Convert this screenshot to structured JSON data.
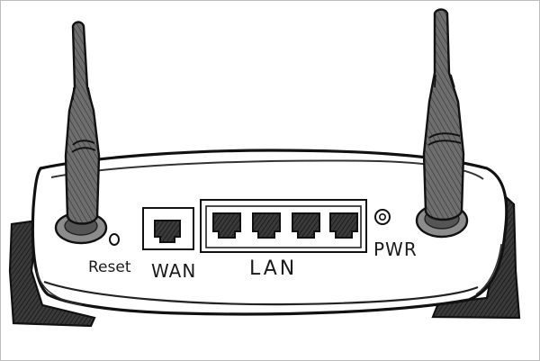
{
  "labels": {
    "reset": "Reset",
    "wan": "WAN",
    "lan": "LAN",
    "pwr": "PWR"
  },
  "illustration": {
    "subject": "router-sketch",
    "style": "pencil drawing",
    "lan_port_count": 4,
    "wan_port_count": 1,
    "antenna_count": 2,
    "colors": {
      "ink": "#1a1a1a",
      "shade_dark": "#2e2e2e",
      "shade_mid": "#555555",
      "shade_light": "#8a8a8a",
      "paper": "#ffffff"
    }
  }
}
